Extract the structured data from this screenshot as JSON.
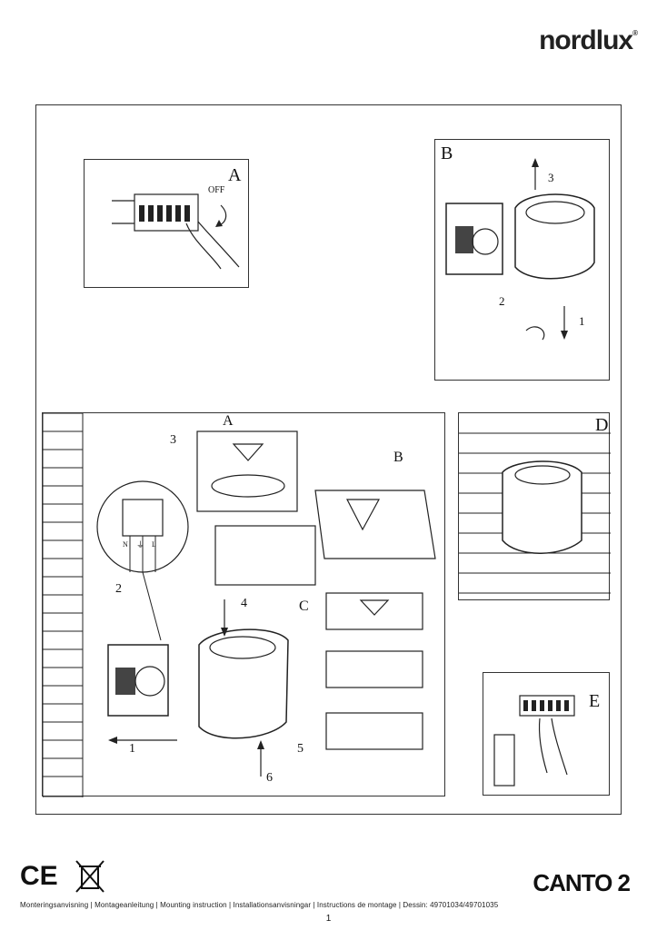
{
  "brand": {
    "name": "nordlux",
    "reg": "®"
  },
  "panels": {
    "a_label": "A",
    "a_off": "OFF",
    "b_label": "B",
    "d_label": "D",
    "e_label": "E",
    "main_sub_a": "A",
    "main_sub_b": "B",
    "main_sub_c": "C"
  },
  "steps": {
    "b1": "1",
    "b2": "2",
    "b3": "3",
    "m1": "1",
    "m2": "2",
    "m3": "3",
    "m4": "4",
    "m5": "5",
    "m6": "6"
  },
  "terminals": {
    "n": "N",
    "earth": "⏚",
    "l": "L"
  },
  "footer": {
    "product": "CANTO 2",
    "languages": "Monteringsanvisning | Montageanleitung | Mounting instruction | Installationsanvisningar | Instructions de montage | Dessin: 49701034/49701035",
    "page": "1",
    "marks": "CE"
  }
}
